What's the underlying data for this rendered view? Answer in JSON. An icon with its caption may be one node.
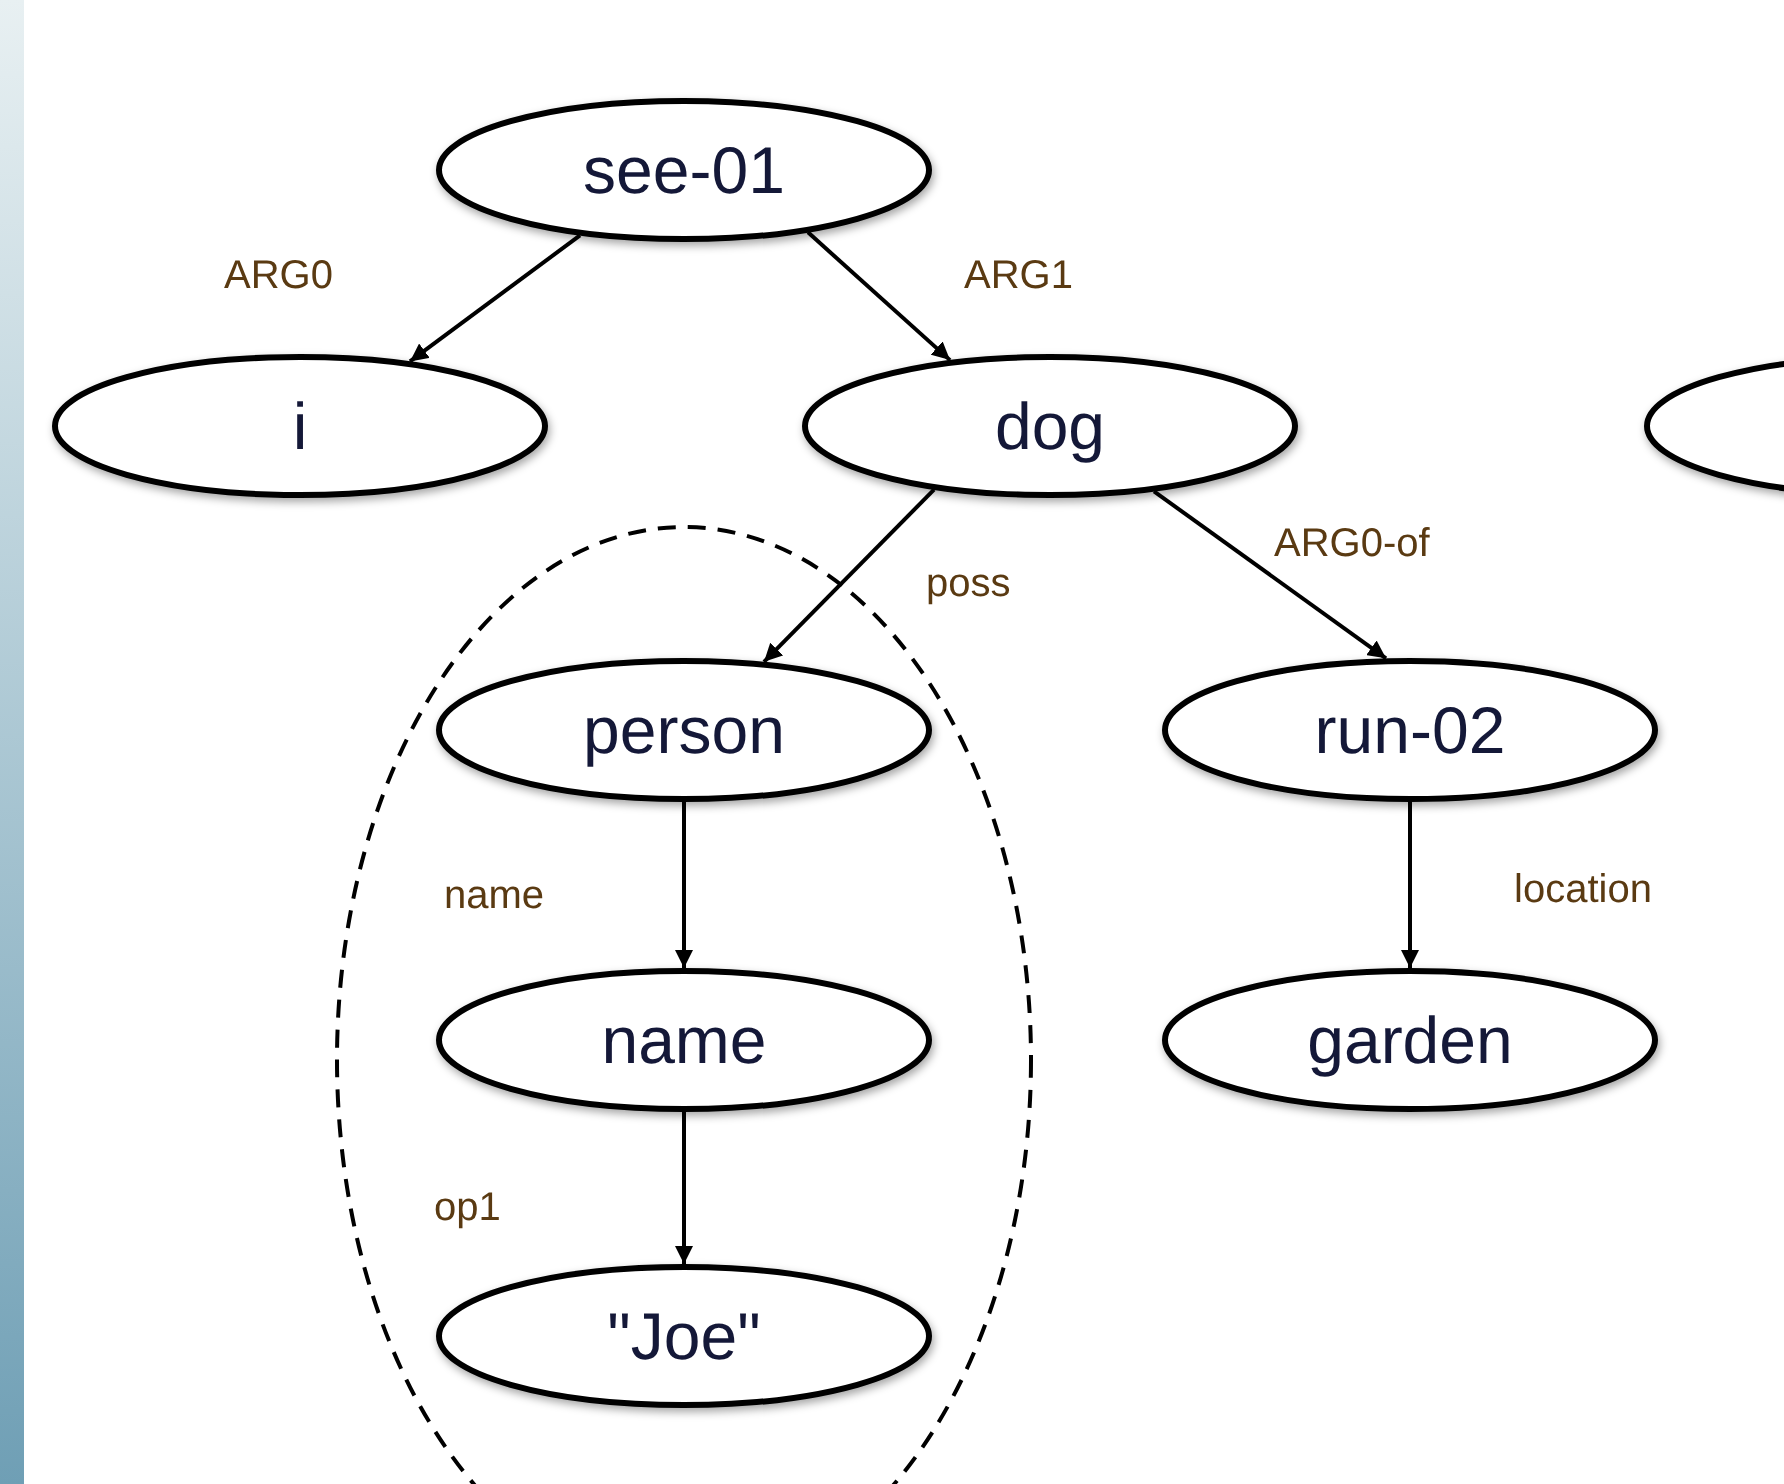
{
  "diagram": {
    "nodes": [
      {
        "text": [
          "see-01"
        ]
      },
      {
        "text": [
          "i"
        ]
      },
      {
        "text": [
          "dog"
        ]
      },
      {
        "text": [],
        "shape": "ellipse"
      },
      {
        "text": [],
        "shape": "ellipse"
      },
      {
        "text": [
          "person"
        ],
        "in": 4
      },
      {
        "text": [
          "run-02"
        ]
      },
      {
        "text": [
          "name"
        ],
        "in": 4
      },
      {
        "text": [
          "garden"
        ]
      },
      {
        "text": [
          "\"Joe\""
        ],
        "in": 4
      }
    ],
    "edges": [
      {
        "from": 0,
        "to": 1,
        "arrow": "to",
        "label": "ARG0"
      },
      {
        "from": 0,
        "to": 2,
        "arrow": "to",
        "label": "ARG1"
      },
      {
        "from": 2,
        "to": 5,
        "arrow": "to",
        "label": "poss"
      },
      {
        "from": 2,
        "to": 6,
        "arrow": "to",
        "label": "ARG0-of"
      },
      {
        "from": 5,
        "to": 7,
        "arrow": "to",
        "label": "name"
      },
      {
        "from": 6,
        "to": 8,
        "arrow": "to",
        "label": "location"
      },
      {
        "from": 7,
        "to": 9,
        "arrow": "to",
        "label": "op1"
      }
    ]
  }
}
